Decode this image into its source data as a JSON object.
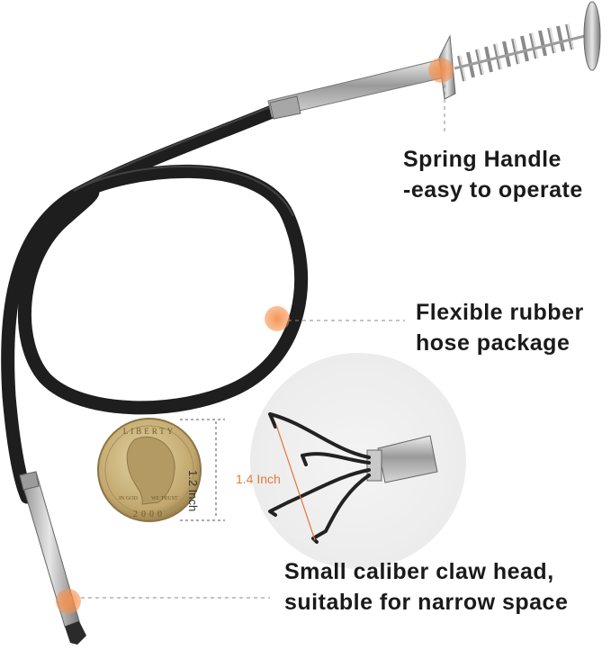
{
  "callouts": {
    "spring": {
      "line1": "Spring Handle",
      "line2": "-easy to operate"
    },
    "hose": {
      "line1": "Flexible rubber",
      "line2": "hose package"
    },
    "claw": {
      "line1": "Small caliber claw head,",
      "line2": "suitable for narrow space"
    }
  },
  "dimensions": {
    "coin": "1.2 Inch",
    "claw": "1.4 Inch"
  },
  "coin_text": {
    "top": "LIBERTY",
    "bottom": "2000",
    "left": "IN GOD",
    "right": "WE TRUST"
  },
  "colors": {
    "hose": "#1c1c1c",
    "metal": "#b8b8b8",
    "marker": "#f08a4b",
    "coin": "#c9b27a",
    "dim_accent": "#e07a3c"
  }
}
